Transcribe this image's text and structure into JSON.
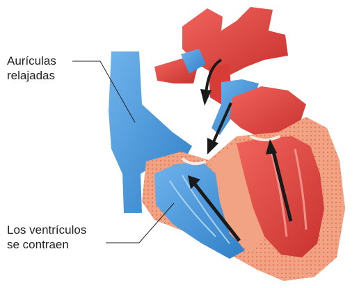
{
  "labels": {
    "atria": {
      "line1": "Aurículas",
      "line2": "relajadas"
    },
    "ventricles": {
      "line1": "Los ventrículos",
      "line2": "se contraen"
    }
  },
  "colors": {
    "oxygenated_red": "#e0453f",
    "deoxygenated_blue": "#3b8fd6",
    "muscle_wall": "#f2a07c",
    "arrow": "#1a1a1a",
    "leader_line": "#231f20"
  },
  "icons": [
    "heart-cross-section-illustration",
    "blood-flow-arrow"
  ]
}
